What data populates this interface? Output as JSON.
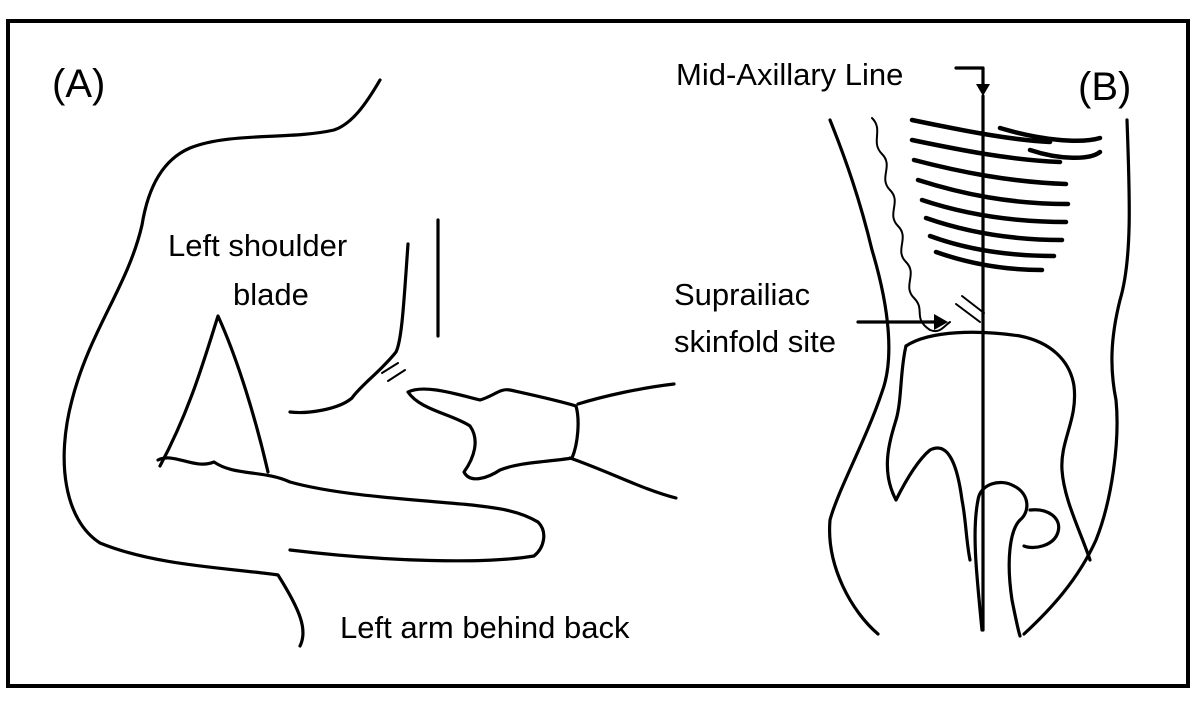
{
  "panel_a": {
    "label": "(A)",
    "shoulder_label_line1": "Left shoulder",
    "shoulder_label_line2": "blade",
    "arm_label": "Left arm behind back"
  },
  "panel_b": {
    "label": "(B)",
    "axillary_label": "Mid-Axillary Line",
    "site_label_line1": "Suprailiac",
    "site_label_line2": "skinfold site"
  },
  "colors": {
    "ink": "#000000",
    "background": "#ffffff"
  }
}
